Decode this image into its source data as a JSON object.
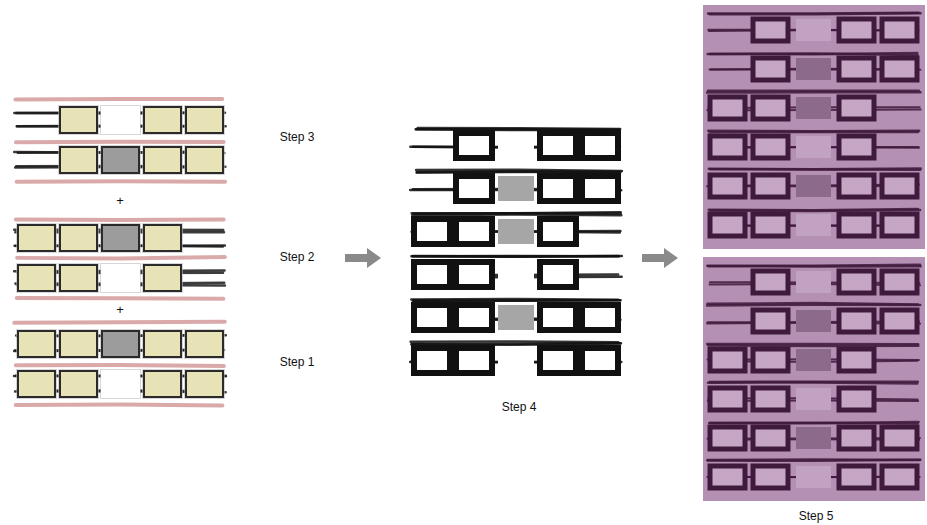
{
  "diagram": {
    "labels": [
      "Step 3",
      "+",
      "Step 2",
      "+",
      "Step 1",
      "Step 4",
      "Step 5"
    ]
  }
}
